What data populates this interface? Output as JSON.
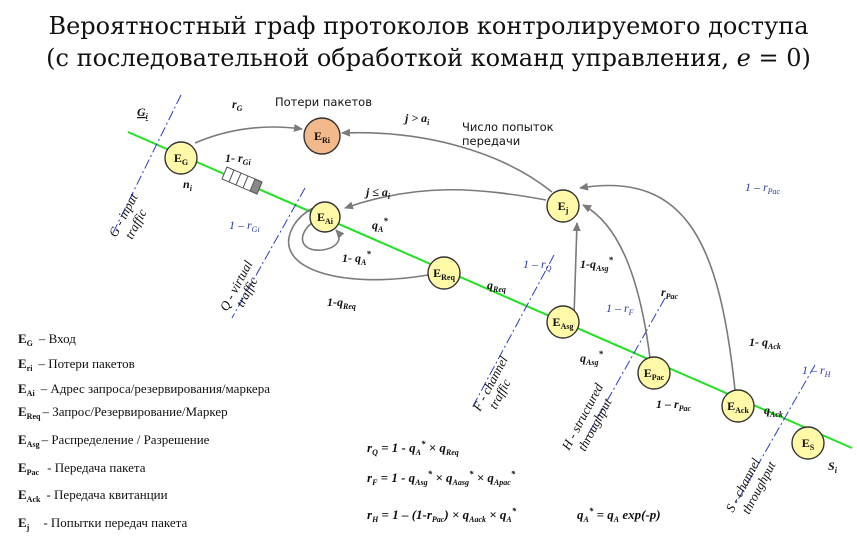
{
  "title": {
    "line1": "Вероятностный граф протоколов контролируемого доступа",
    "line2": "(с последовательной обработкой команд управления, e = 0)"
  },
  "nodes": {
    "EG": "E_G",
    "ERi": "E_Ri",
    "Ej": "E_j",
    "EAi": "E_Ai",
    "EReq": "E_Req",
    "EAsg": "E_Asg",
    "EPac": "E_Pac",
    "EAck": "E_Ack",
    "ES": "E_S"
  },
  "labels": {
    "packet_loss": "Потери пакетов",
    "attempts_line1": "Число попыток",
    "attempts_line2": "передачи",
    "Gi": "G_i",
    "ni": "n_i",
    "Si": "S_i",
    "rG": "r_G",
    "one_minus_rGi_top": "1- r_Gi",
    "one_minus_rGi_blue": "1 – r_Gi",
    "j_gt_ai": "j > a_i",
    "j_le_ai": "j ≤ a_i",
    "qA_star": "q_A*",
    "one_minus_qA_star": "1- q_A*",
    "one_minus_qReq": "1-q_Req",
    "qReq": "q_Req",
    "one_minus_rQ": "1 – r_Q",
    "one_minus_qAsg_star": "1-q_Asg*",
    "qAsg_star": "q_Asg*",
    "one_minus_rF": "1 – r_F",
    "rPac": "r_Pac",
    "one_minus_rPac_top": "1 – r_Pac",
    "one_minus_rPac_bottom": "1 – r_Pac",
    "one_minus_qAck": "1- q_Ack",
    "qAck": "q_Ack",
    "one_minus_rH": "1 – r_H"
  },
  "axes": {
    "G": "G - input traffic",
    "Q": "Q - virtual traffic",
    "F": "F - channel traffic",
    "H": "H - structured throughput",
    "S": "S - channel throughput"
  },
  "legend": [
    {
      "sym": "E",
      "sub": "G",
      "text": "– Вход"
    },
    {
      "sym": "E",
      "sub": "ri",
      "text": "– Потери пакетов"
    },
    {
      "sym": "E",
      "sub": "Ai",
      "text": "– Адрес запроса/резервирования/маркера"
    },
    {
      "sym": "E",
      "sub": "Req",
      "text": "– Запрос/Резервирование/Маркер"
    },
    {
      "sym": "E",
      "sub": "Asg",
      "text": "– Распределение / Разрешение"
    },
    {
      "sym": "E",
      "sub": "Pac",
      "text": "- Передача пакета"
    },
    {
      "sym": "E",
      "sub": "Ack",
      "text": "- Передача квитанции"
    },
    {
      "sym": "E",
      "sub": "j",
      "text": "- Попытки передач пакета"
    }
  ],
  "formulas": {
    "rQ": "r_Q = 1 - q_A* × q_Req",
    "rF": "r_F = 1 - q_Asg* × q_Aasg* × q_Apac*",
    "rH": "r_H = 1 – (1-r_Pac) × q_Aack × q_A*",
    "qA": "q_A* = q_A exp(-p)"
  },
  "colors": {
    "green_line": "#22e022",
    "node_fill": "#fff9a8",
    "loss_fill": "#f4b98a",
    "arrow": "#7a7a7a",
    "dashdot": "#2b3fbf"
  }
}
